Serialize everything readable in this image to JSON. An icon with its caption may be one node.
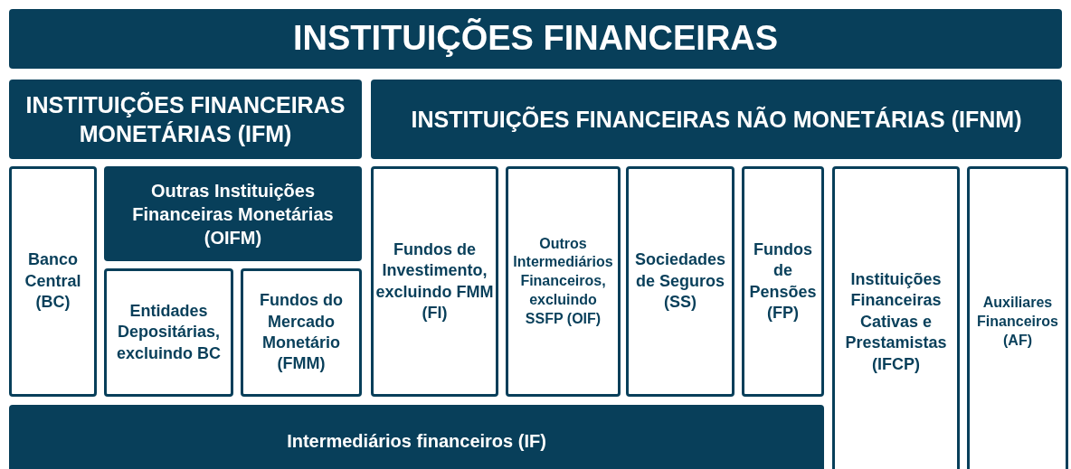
{
  "diagram": {
    "nodes": [
      {
        "text": [
          "INSTITUIÇÕES FINANCEIRAS"
        ]
      },
      {
        "text": [
          "INSTITUIÇÕES FINANCEIRAS MONETÁRIAS (IFM)"
        ]
      },
      {
        "text": [
          "INSTITUIÇÕES FINANCEIRAS NÃO MONETÁRIAS (IFNM)"
        ]
      },
      {
        "text": [
          "Banco Central (BC)"
        ]
      },
      {
        "text": [
          "Outras Instituições Financeiras Monetárias (OIFM)"
        ]
      },
      {
        "text": [
          "Entidades Depositárias, excluindo BC"
        ]
      },
      {
        "text": [
          "Fundos do Mercado Monetário (FMM)"
        ]
      },
      {
        "text": [
          "Fundos de Investimento, excluindo FMM (FI)"
        ]
      },
      {
        "text": [
          "Outros Intermediários Financeiros, excluindo SSFP (OIF)"
        ]
      },
      {
        "text": [
          "Sociedades de Seguros (SS)"
        ]
      },
      {
        "text": [
          "Fundos de Pensões (FP)"
        ]
      },
      {
        "text": [
          "Instituições Financeiras Cativas e Prestamistas (IFCP)"
        ]
      },
      {
        "text": [
          "Auxiliares Financeiros (AF)"
        ]
      },
      {
        "text": [
          "Intermediários financeiros (IF)"
        ]
      }
    ],
    "edges": []
  }
}
